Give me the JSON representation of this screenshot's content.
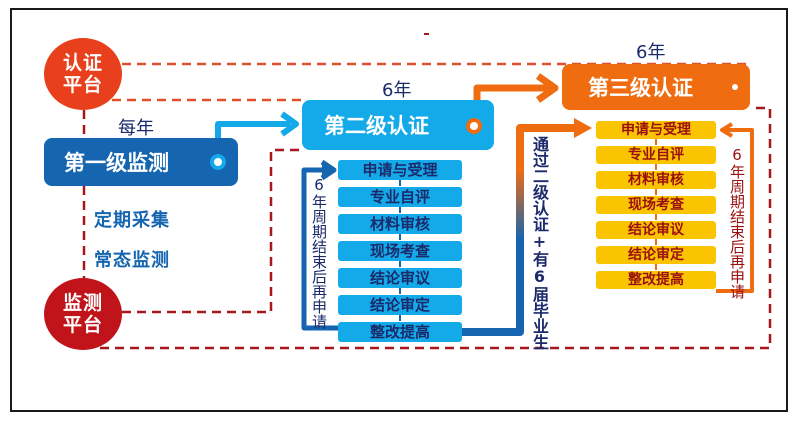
{
  "platforms": {
    "certification": "认证平台",
    "monitoring": "监测平台"
  },
  "levels": [
    {
      "label": "第一级监测",
      "frequency": "每年"
    },
    {
      "label": "第二级认证",
      "frequency": "6年"
    },
    {
      "label": "第三级认证",
      "frequency": "6年"
    }
  ],
  "monitoring_methods": [
    "定期采集",
    "常态监测"
  ],
  "level2_steps": [
    "申请与受理",
    "专业自评",
    "材料审核",
    "现场考查",
    "结论审议",
    "结论审定",
    "整改提高"
  ],
  "level3_steps": [
    "申请与受理",
    "专业自评",
    "材料审核",
    "现场考查",
    "结论审议",
    "结论审定",
    "整改提高"
  ],
  "cycle_note_level2": "6年周期结束后再申请",
  "cycle_note_level3": "6年周期结束后再申请",
  "upgrade_condition": "通过二级认证+有6届毕业生",
  "colors": {
    "cert_platform": "#e8401c",
    "mon_platform": "#c0141a",
    "level1": "#1565b0",
    "level2": "#14a9e8",
    "level3": "#f06c10",
    "step_orange": "#fbc400"
  }
}
